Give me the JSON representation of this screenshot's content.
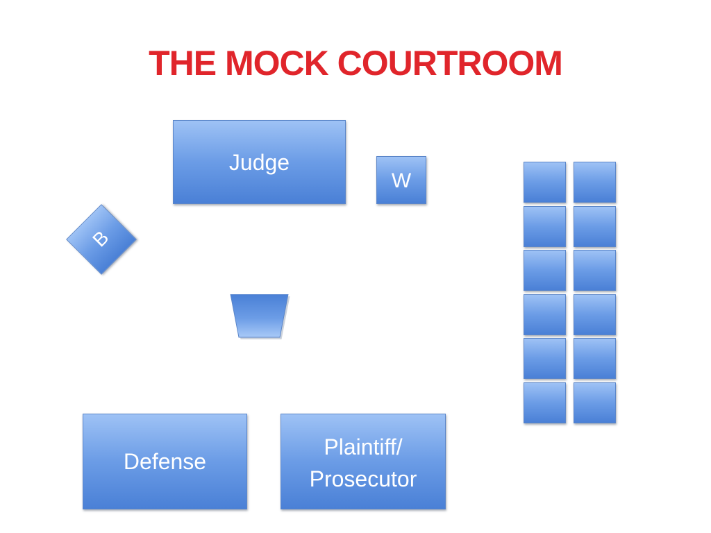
{
  "title": "THE MOCK COURTROOM",
  "colors": {
    "title": "#e0252b",
    "box_top": "#9ec2f5",
    "box_bottom": "#4a80d6",
    "box_text": "#ffffff"
  },
  "judge": {
    "label": "Judge"
  },
  "witness": {
    "label": "W"
  },
  "bailiff": {
    "label": "B"
  },
  "defense": {
    "label": "Defense"
  },
  "prosecutor": {
    "line1": "Plaintiff/",
    "line2": "Prosecutor"
  },
  "podium": {
    "label": ""
  },
  "jury_box": {
    "rows": 6,
    "columns": 2
  }
}
